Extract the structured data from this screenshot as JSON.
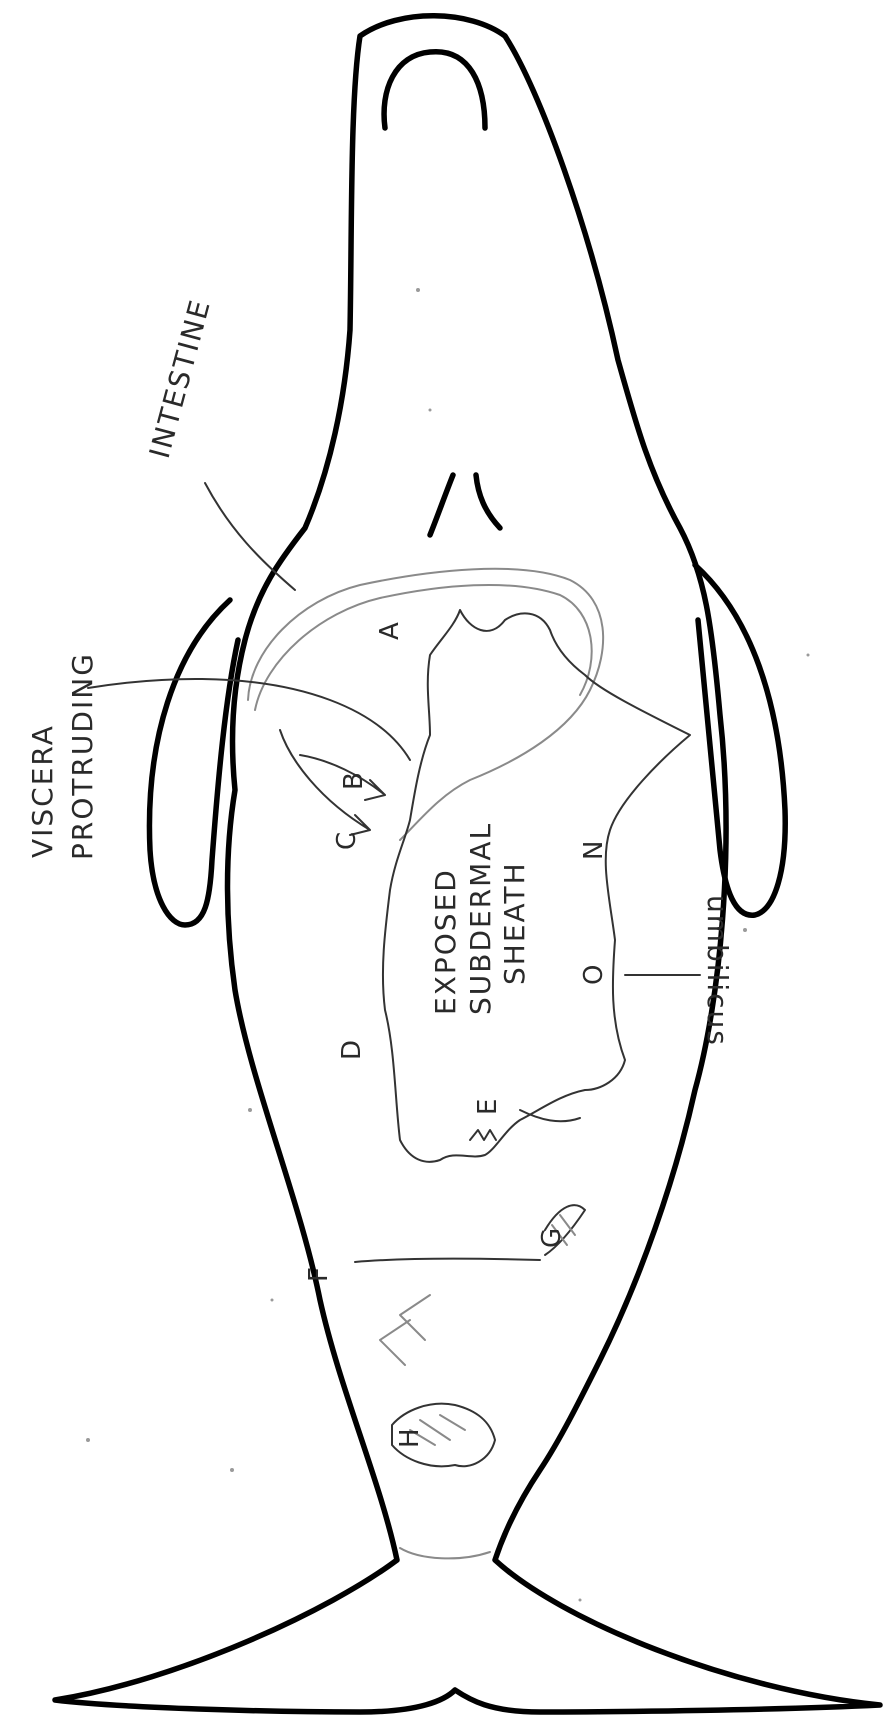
{
  "labels": {
    "intestine": "INTESTINE",
    "viscera": "VISCERA",
    "protruding": "PROTRUDING",
    "exposed": "EXPOSED",
    "subdermal": "SUBDERMAL",
    "sheath": "SHEATH",
    "umbilicus": "umbilicus"
  },
  "point_labels": {
    "a": "A",
    "b": "B",
    "c": "C",
    "d": "D",
    "e": "E",
    "f": "F",
    "g": "G",
    "h": "H",
    "n": "N",
    "o": "O"
  },
  "colors": {
    "outline": "#000000",
    "pencil": "#333333",
    "light_pencil": "#8a8a8a"
  }
}
